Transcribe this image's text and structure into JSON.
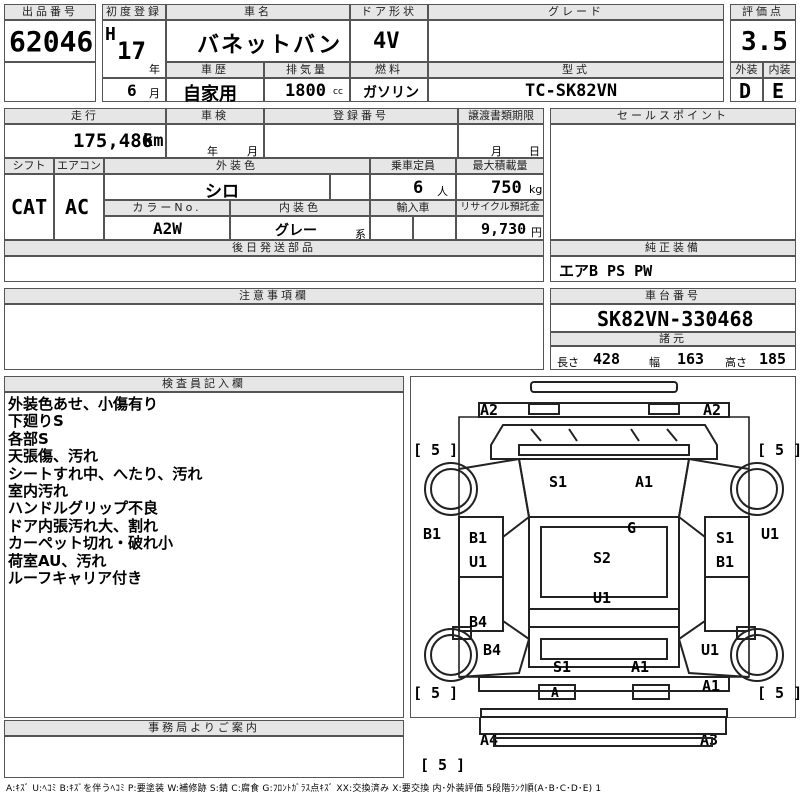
{
  "header": {
    "lot_no_label": "出品番号",
    "lot_no": "62046",
    "first_reg_label": "初度登録",
    "era": "H",
    "year_num": "17",
    "year_unit": "年",
    "month_num": "6",
    "month_unit": "月",
    "model_name_label": "車名",
    "model_name": "バネットバン",
    "door_label": "ドア形状",
    "door": "4V",
    "grade_label": "グレード",
    "grade": "",
    "score_label": "評価点",
    "score": "3.5",
    "history_label": "車歴",
    "history": "自家用",
    "displacement_label": "排気量",
    "displacement": "1800",
    "displacement_unit": "cc",
    "fuel_label": "燃料",
    "fuel": "ガソリン",
    "model_code_label": "型式",
    "model_code": "TC-SK82VN",
    "exterior_label": "外装",
    "exterior_grade": "D",
    "interior_label": "内装",
    "interior_grade": "E"
  },
  "row2": {
    "mileage_label": "走行",
    "mileage": "175,486",
    "mileage_unit": "km",
    "inspection_label": "車検",
    "inspection_year_unit": "年",
    "inspection_month_unit": "月",
    "plate_label": "登録番号",
    "plate": "",
    "transfer_label": "譲渡書類期限",
    "transfer_month_unit": "月",
    "transfer_day_unit": "日",
    "sales_point_label": "セールスポイント",
    "sales_point": "",
    "shift_label": "シフト",
    "shift": "CAT",
    "aircon_label": "エアコン",
    "aircon": "AC",
    "color_label": "外装色",
    "color": "シロ",
    "capacity_label": "乗車定員",
    "capacity": "6",
    "capacity_unit": "人",
    "max_load_label": "最大積載量",
    "max_load": "750",
    "max_load_unit": "kg",
    "color_no_label": "カラーNo.",
    "color_no": "A2W",
    "interior_color_label": "内装色",
    "interior_color": "グレー",
    "interior_color_suffix": "系",
    "import_label": "輸入車",
    "recycle_label": "リサイクル預託金",
    "recycle": "9,730",
    "recycle_unit": "円",
    "later_parts_label": "後日発送部品",
    "later_parts": "",
    "equipment_label": "純正装備",
    "equipment": "エアB PS PW",
    "notes_label": "注意事項欄",
    "notes": "",
    "chassis_label": "車台番号",
    "chassis": "SK82VN-330468",
    "specs_label": "諸元",
    "length_label": "長さ",
    "length": "428",
    "width_label": "幅",
    "width": "163",
    "height_label": "高さ",
    "height": "185"
  },
  "inspector": {
    "label": "検査員記入欄",
    "lines": [
      "外装色あせ、小傷有り",
      "下廻りS",
      "各部S",
      "天張傷、汚れ",
      "シートすれ中、へたり、汚れ",
      "室内汚れ",
      "ハンドルグリップ不良",
      "ドア内張汚れ大、割れ",
      "カーペット切れ・破れ小",
      "荷室AU、汚れ",
      "ルーフキャリア付き"
    ]
  },
  "diagram": {
    "marks": {
      "front_left": "A2",
      "front_right": "A2",
      "tire_fl": "[ 5 ]",
      "tire_fr": "[ 5 ]",
      "hood_left": "S1",
      "hood_right": "A1",
      "door_left": "B1",
      "door_right": "U1",
      "fl_door_1": "B1",
      "fl_door_2": "U1",
      "glass": "G",
      "roof_center": "S2",
      "fr_door_1": "S1",
      "fr_door_2": "B1",
      "roof_lower": "U1",
      "rl_door_1": "B4",
      "rl_door_2": "B4",
      "rr_door": "U1",
      "back_left": "S1",
      "back_right": "A1",
      "rear_bumper_mark": "A",
      "rear_right": "A1",
      "tire_rl": "[ 5 ]",
      "tire_rr": "[ 5 ]",
      "rear_left_corner": "A4",
      "rear_right_corner": "A3",
      "spare": "[ 5 ]"
    }
  },
  "office": {
    "label": "事務局よりご案内",
    "text": ""
  },
  "legend": "A:ｷｽﾞ U:ﾍｺﾐ B:ｷｽﾞを伴うﾍｺﾐ P:要塗装 W:補修跡 S:錆 C:腐食 G:ﾌﾛﾝﾄｶﾞﾗｽ点ｷｽﾞ XX:交換済み X:要交換 内･外装評価 5段階ﾗﾝｸ順(A･B･C･D･E) 1"
}
